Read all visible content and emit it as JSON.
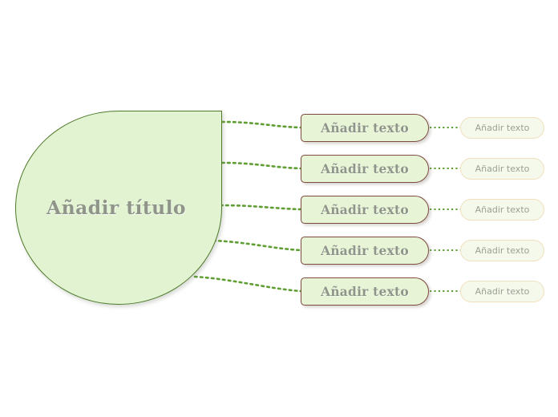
{
  "diagram": {
    "type": "mind-map",
    "language": "es",
    "background_color": "#ffffff",
    "root": {
      "label": "Añadir título",
      "shape": "teardrop",
      "fill_color": "#e2f3d1",
      "border_color": "#4f7a2a",
      "text_color": "#8f9589"
    },
    "branch_style": {
      "connector_color": "#5f9e33",
      "connector_style": "dotted"
    },
    "level1_style": {
      "fill_color": "#e7f5d6",
      "border_color": "#7d4b40",
      "text_color": "#8f9589"
    },
    "level2_style": {
      "fill_color": "#f4f9ec",
      "border_color": "#f0dfbc",
      "text_color": "#9aa094"
    },
    "branches": [
      {
        "label": "Añadir texto",
        "child": {
          "label": "Añadir texto"
        }
      },
      {
        "label": "Añadir texto",
        "child": {
          "label": "Añadir texto"
        }
      },
      {
        "label": "Añadir texto",
        "child": {
          "label": "Añadir texto"
        }
      },
      {
        "label": "Añadir texto",
        "child": {
          "label": "Añadir texto"
        }
      },
      {
        "label": "Añadir texto",
        "child": {
          "label": "Añadir texto"
        }
      }
    ]
  }
}
